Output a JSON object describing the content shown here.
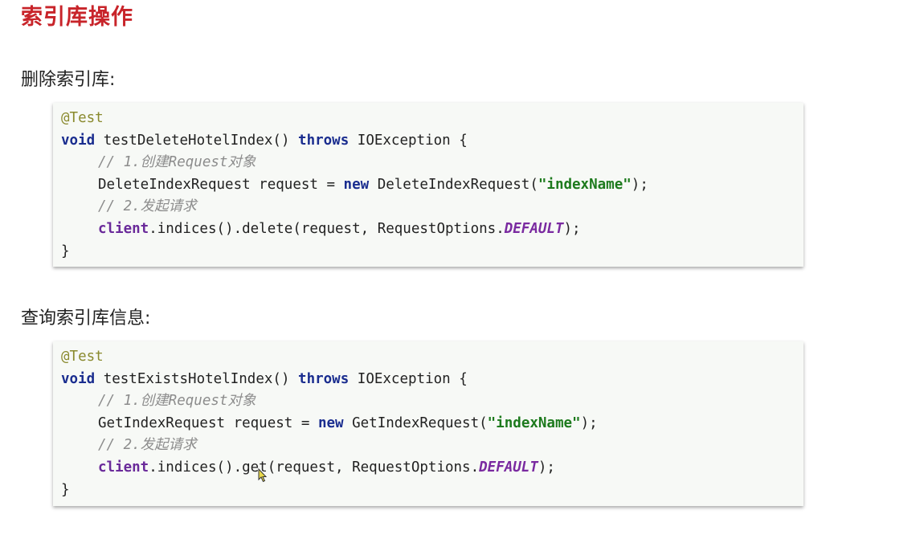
{
  "title": "索引库操作",
  "sections": [
    {
      "label": "删除索引库:",
      "code": {
        "annotation": "@Test",
        "kw_void": "void",
        "method_sig": " testDeleteHotelIndex() ",
        "kw_throws": "throws",
        "exception_open": " IOException {",
        "comment1": "// 1.创建Request对象",
        "req_type": "DeleteIndexRequest request = ",
        "kw_new": "new",
        "req_ctor": " DeleteIndexRequest(",
        "req_arg": "\"indexName\"",
        "req_end": ");",
        "comment2": "// 2.发起请求",
        "client": "client",
        "call": ".indices().delete(request, RequestOptions.",
        "const": "DEFAULT",
        "call_end": ");",
        "close": "}"
      }
    },
    {
      "label": "查询索引库信息:",
      "code": {
        "annotation": "@Test",
        "kw_void": "void",
        "method_sig": " testExistsHotelIndex() ",
        "kw_throws": "throws",
        "exception_open": " IOException {",
        "comment1": "// 1.创建Request对象",
        "req_type": "GetIndexRequest request = ",
        "kw_new": "new",
        "req_ctor": " GetIndexRequest(",
        "req_arg": "\"indexName\"",
        "req_end": ");",
        "comment2": "// 2.发起请求",
        "client": "client",
        "call": ".indices().get(request, RequestOptions.",
        "const": "DEFAULT",
        "call_end": ");",
        "close": "}"
      }
    }
  ],
  "colors": {
    "title": "#c8242a",
    "keyword": "#1a2d8f",
    "string": "#1d7a1d",
    "comment": "#8c8c8c",
    "annotation": "#8a8a2e",
    "code_bg": "#f7f9f6"
  },
  "icons": {
    "cursor": "mouse-pointer-icon"
  }
}
